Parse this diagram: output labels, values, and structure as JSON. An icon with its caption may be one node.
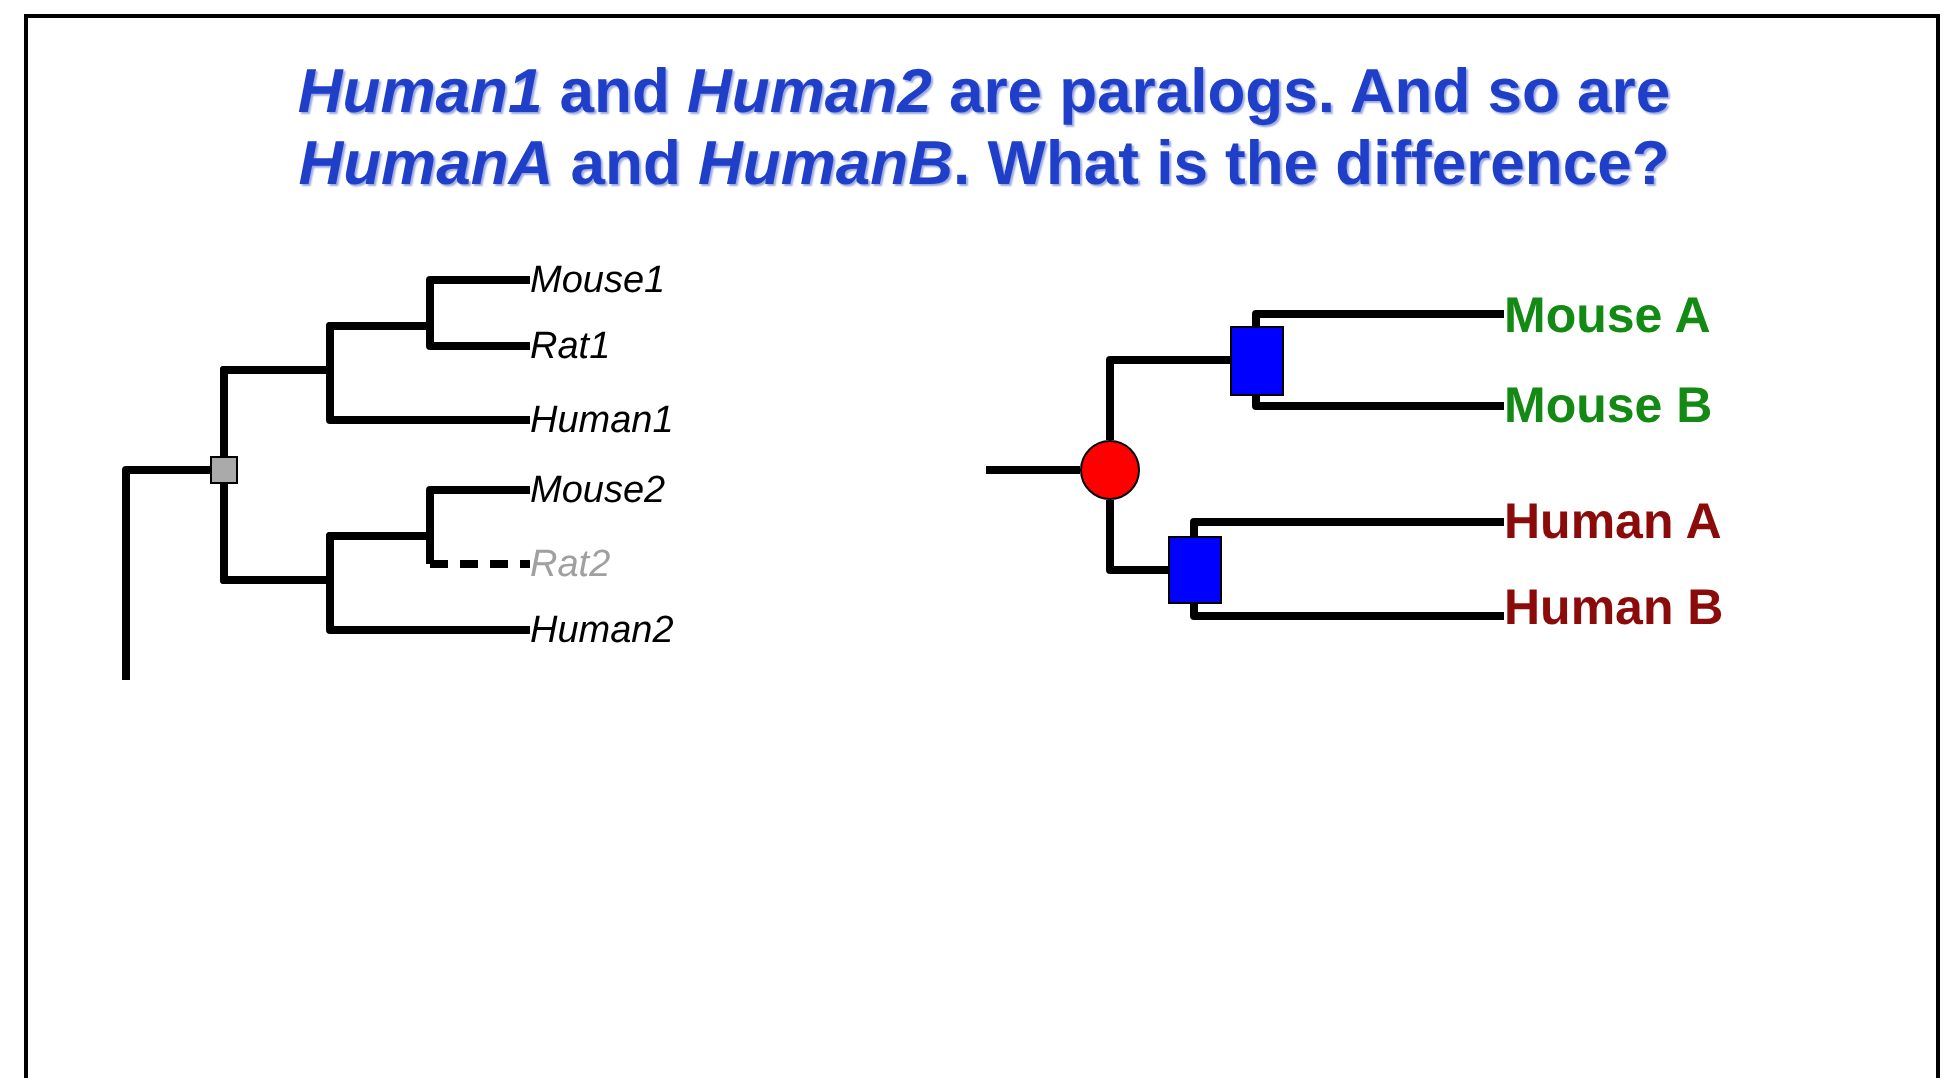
{
  "diagram": {
    "title": "*Human1* and *Human2* are paralogs. And so are *HumanA* and *HumanB*. What is the difference?",
    "nodes": [
      {
        "text": [],
        "shape": "box"
      },
      {
        "text": [
          "Mouse1"
        ]
      },
      {
        "text": [
          "Rat1"
        ]
      },
      {
        "text": [
          "Human1"
        ]
      },
      {
        "text": [
          "Mouse2"
        ]
      },
      {
        "text": [
          "Rat2"
        ]
      },
      {
        "text": [
          "Human2"
        ]
      },
      {
        "text": [],
        "shape": "circle"
      },
      {
        "text": [],
        "shape": "box"
      },
      {
        "text": [
          "Mouse A"
        ]
      },
      {
        "text": [
          "Mouse B"
        ]
      },
      {
        "text": [],
        "shape": "box"
      },
      {
        "text": [
          "Human A"
        ]
      },
      {
        "text": [
          "Human B"
        ]
      }
    ],
    "edges": [
      {
        "from": 0,
        "to": 1,
        "arrow": "none"
      },
      {
        "from": 0,
        "to": 2,
        "arrow": "none"
      },
      {
        "from": 0,
        "to": 3,
        "arrow": "none"
      },
      {
        "from": 0,
        "to": 4,
        "arrow": "none"
      },
      {
        "from": 0,
        "to": 5,
        "arrow": "none",
        "style": "dashed"
      },
      {
        "from": 0,
        "to": 6,
        "arrow": "none"
      },
      {
        "from": 7,
        "to": 8,
        "arrow": "none"
      },
      {
        "from": 7,
        "to": 11,
        "arrow": "none"
      },
      {
        "from": 8,
        "to": 9,
        "arrow": "none"
      },
      {
        "from": 8,
        "to": 10,
        "arrow": "none"
      },
      {
        "from": 11,
        "to": 12,
        "arrow": "none"
      },
      {
        "from": 11,
        "to": 13,
        "arrow": "none"
      },
      {
        "from": null,
        "to": 0,
        "arrow": "none"
      },
      {
        "from": null,
        "to": 7,
        "arrow": "none"
      }
    ]
  }
}
